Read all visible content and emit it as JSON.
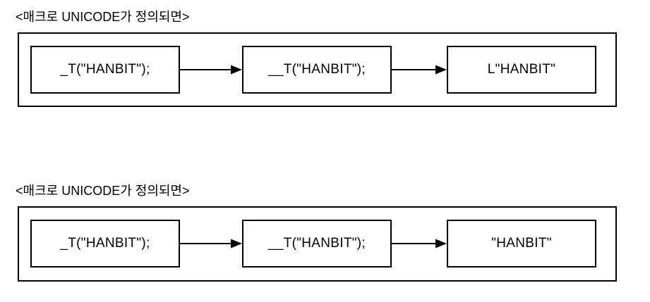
{
  "canvas": {
    "background": "#ffffff",
    "ink_color": "#000000"
  },
  "sections": [
    {
      "title": "<매크로 UNICODE가 정의되면>",
      "boxes": [
        "_T(\"HANBIT\");",
        "__T(\"HANBIT\");",
        "L\"HANBIT\""
      ]
    },
    {
      "title": "<매크로 UNICODE가 정의되면>",
      "boxes": [
        "_T(\"HANBIT\");",
        "__T(\"HANBIT\");",
        "\"HANBIT\""
      ]
    }
  ]
}
